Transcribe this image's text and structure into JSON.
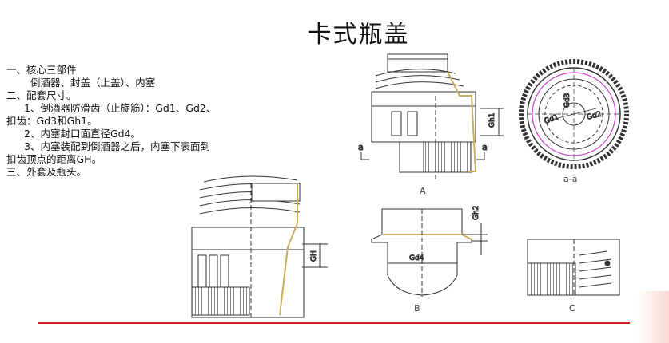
{
  "title": "卡式瓶盖",
  "text_lines": [
    "一、核心三部件",
    "倒酒器、封盖（上盖）、内塞",
    "二、配套尺寸。",
    "1、倒酒器防滑齿（止旋筋）：Gd1、Gd2、",
    "扣齿：Gd3和Gh1。",
    "2、内塞封口面直径Gd4。",
    "3、内塞装配到倒酒器之后，内塞下表面到",
    "扣齿顶点的距离GH。",
    "三、外套及瓶头。"
  ],
  "diagram": {
    "view_a_label": "A",
    "view_b_label": "B",
    "view_c_label": "C",
    "section_label": "a-a",
    "section_marker": "a",
    "dims": {
      "gh1": "Gh1",
      "gh2": "Gh2",
      "gd1": "Gd1",
      "gd2": "Gd2",
      "gd3": "Gd3",
      "gd4": "Gd4",
      "gh": "GH"
    }
  },
  "colors": {
    "accent_line": "#cc2222",
    "magenta": "#cc44cc",
    "beige": "#e8dcb0"
  }
}
